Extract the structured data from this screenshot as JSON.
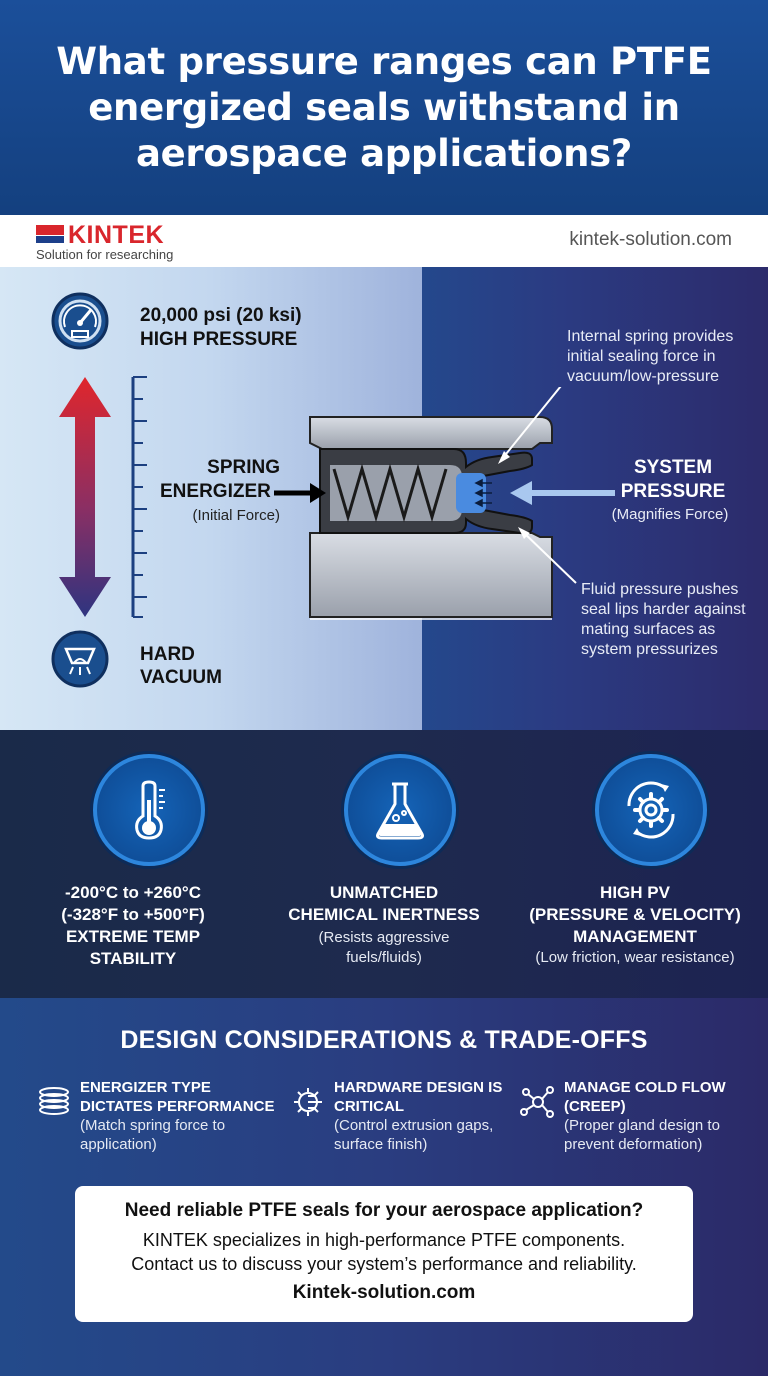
{
  "header": {
    "title": "What pressure ranges can PTFE energized seals withstand in aerospace applications?"
  },
  "brand": {
    "name": "KINTEK",
    "tagline": "Solution for researching",
    "website": "kintek-solution.com",
    "color": "#d9262c"
  },
  "pressure": {
    "high_value": "20,000 psi (20 ksi)",
    "high_label": "HIGH PRESSURE",
    "vacuum_label": "HARD VACUUM",
    "spring_title_1": "SPRING",
    "spring_title_2": "ENERGIZER",
    "spring_sub": "(Initial Force)",
    "system_title_1": "SYSTEM",
    "system_title_2": "PRESSURE",
    "system_sub": "(Magnifies Force)",
    "note_spring": "Internal spring provides initial sealing force in vacuum/low-pressure",
    "note_fluid": "Fluid pressure pushes seal lips harder against mating surfaces as system pressurizes",
    "icons": [
      "gauge-icon",
      "vacuum-chamber-icon"
    ]
  },
  "properties": [
    {
      "icon": "thermometer-icon",
      "title_lines": [
        "-200°C to +260°C",
        "(-328°F to +500°F)",
        "EXTREME TEMP",
        "STABILITY"
      ],
      "subtitle": ""
    },
    {
      "icon": "flask-icon",
      "title_lines": [
        "UNMATCHED",
        "CHEMICAL INERTNESS"
      ],
      "subtitle_lines": [
        "(Resists aggressive",
        "fuels/fluids)"
      ]
    },
    {
      "icon": "gear-cycle-icon",
      "title_lines": [
        "HIGH PV",
        "(PRESSURE & VELOCITY)",
        "MANAGEMENT"
      ],
      "subtitle_lines": [
        "(Low friction, wear resistance)"
      ]
    }
  ],
  "design": {
    "heading": "DESIGN CONSIDERATIONS & TRADE-OFFS",
    "items": [
      {
        "icon": "spring-icon",
        "title": "ENERGIZER TYPE DICTATES PERFORMANCE",
        "subtitle": "(Match spring force to application)"
      },
      {
        "icon": "gear-circuit-icon",
        "title": "HARDWARE DESIGN IS CRITICAL",
        "subtitle": "(Control extrusion gaps, surface finish)"
      },
      {
        "icon": "molecule-icon",
        "title": "MANAGE COLD FLOW (CREEP)",
        "subtitle": "(Proper gland design to prevent deformation)"
      }
    ]
  },
  "cta": {
    "line1": "Need reliable PTFE seals for your aerospace application?",
    "line2": "KINTEK specializes in high-performance PTFE components.",
    "line3": "Contact us to discuss your system’s performance and reliability.",
    "line4": "Kintek-solution.com"
  }
}
